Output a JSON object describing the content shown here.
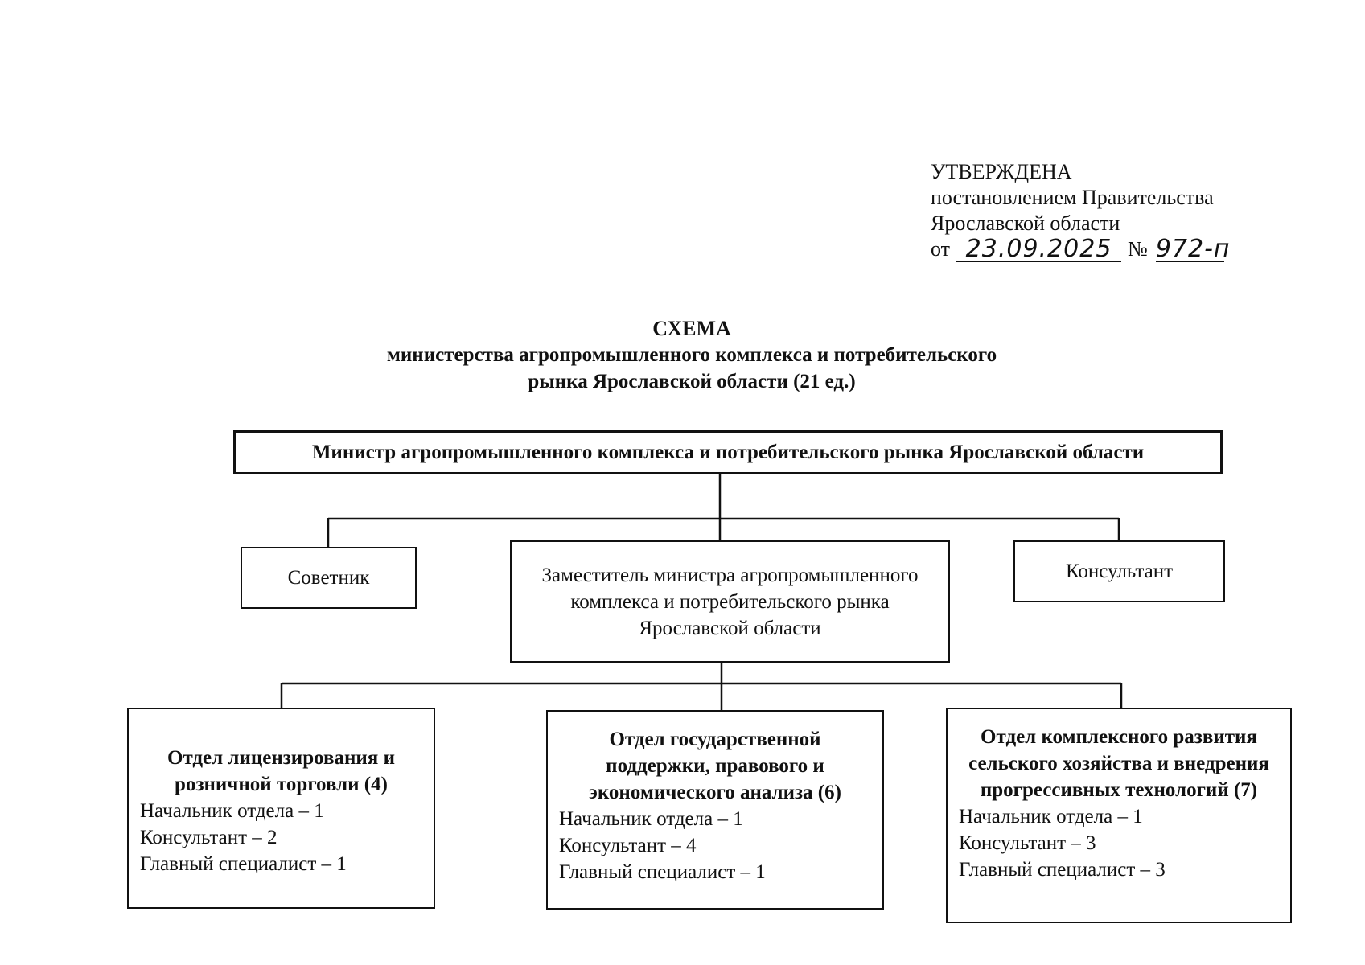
{
  "approval": {
    "heading": "УТВЕРЖДЕНА",
    "line1": "постановлением Правительства",
    "line2": "Ярославской области",
    "date_prefix": "от",
    "date_value": "23.09.2025",
    "number_sign": "№",
    "number_value": "972-п"
  },
  "title": {
    "line1": "СХЕМА",
    "line2": "министерства агропромышленного комплекса и потребительского",
    "line3": "рынка Ярославской области (21 ед.)"
  },
  "minister": "Министр агропромышленного комплекса и потребительского рынка Ярославской области",
  "advisor": "Советник",
  "deputy": "Заместитель министра агропромышленного комплекса и потребительского рынка Ярославской области",
  "consultant": "Консультант",
  "departments": [
    {
      "title": "Отдел лицензирования и розничной торговли (4)",
      "rows": [
        "Начальник отдела – 1",
        "Консультант – 2",
        "Главный специалист – 1"
      ]
    },
    {
      "title": "Отдел государственной поддержки, правового и экономического анализа (6)",
      "rows": [
        "Начальник отдела – 1",
        "Консультант – 4",
        "Главный специалист – 1"
      ]
    },
    {
      "title": "Отдел комплексного развития сельского хозяйства и внедрения прогрессивных технологий (7)",
      "rows": [
        "Начальник отдела – 1",
        "Консультант – 3",
        "Главный специалист – 3"
      ]
    }
  ]
}
